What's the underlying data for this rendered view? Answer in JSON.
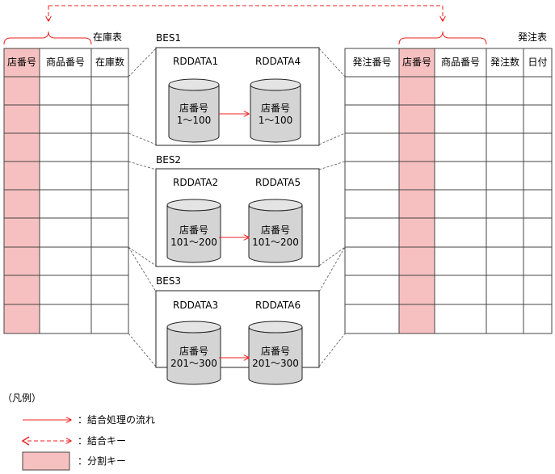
{
  "inventory_table": {
    "title": "在庫表",
    "columns": [
      "店番号",
      "商品番号",
      "在庫数"
    ]
  },
  "order_table": {
    "title": "発注表",
    "columns": [
      "発注番号",
      "店番号",
      "商品番号",
      "発注数",
      "日付"
    ]
  },
  "backends": [
    {
      "name": "BES1",
      "left_db": "RDDATA1",
      "right_db": "RDDATA4",
      "left_line1": "店番号",
      "left_line2": "1～100",
      "right_line1": "店番号",
      "right_line2": "1～100"
    },
    {
      "name": "BES2",
      "left_db": "RDDATA2",
      "right_db": "RDDATA5",
      "left_line1": "店番号",
      "left_line2": "101～200",
      "right_line1": "店番号",
      "right_line2": "101～200"
    },
    {
      "name": "BES3",
      "left_db": "RDDATA3",
      "right_db": "RDDATA6",
      "left_line1": "店番号",
      "left_line2": "201～300",
      "right_line1": "店番号",
      "right_line2": "201～300"
    }
  ],
  "legend": {
    "title": "（凡例）",
    "items": [
      {
        "label": "：結合処理の流れ"
      },
      {
        "label": "：結合キー"
      },
      {
        "label": "：分割キー"
      }
    ]
  },
  "colors": {
    "partition_key": "#f7c0c0",
    "arrow": "#ee2222",
    "db_fill": "#d4d4d4",
    "border": "#444444"
  }
}
